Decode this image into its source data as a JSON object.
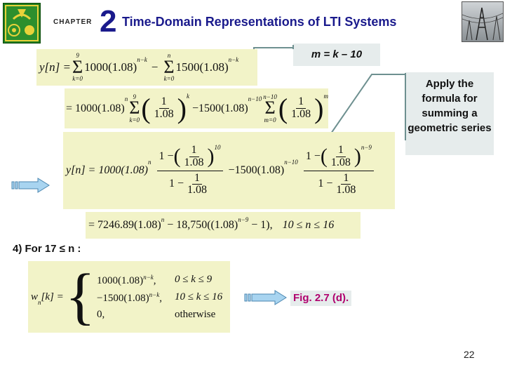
{
  "header": {
    "chapter_label": "CHAPTER",
    "chapter_number": "2",
    "title": "Time-Domain Representations of LTI Systems"
  },
  "callouts": {
    "substitution": "m = k – 10",
    "geometric": "Apply the formula for summing a geometric series"
  },
  "case_heading": "4) For 17 ≤ n :",
  "figure_ref": "Fig. 2.7 (d).",
  "page_number": "22",
  "equations": {
    "eq1": {
      "lhs": "y[n] =",
      "sum1_upper": "9",
      "sum1_lower": "k=0",
      "term1": "1000(1.08)",
      "exp1": "n−k",
      "sum2_upper": "n",
      "sum2_lower": "k=0",
      "term2": "1500(1.08)",
      "exp2": "n−k"
    },
    "eq2": {
      "prefix": "= 1000(1.08)",
      "exp_n": "n",
      "sum1_upper": "9",
      "sum1_lower": "k=0",
      "frac_num": "1",
      "frac_den": "1.08",
      "exp_k": "k",
      "middle": "−1500(1.08)",
      "exp_mid": "n−10",
      "sum2_upper": "n−10",
      "sum2_lower": "m=0",
      "exp_m": "m"
    },
    "eq3": {
      "lhs": "y[n] = 1000(1.08)",
      "exp_n": "n",
      "one": "1",
      "minus": "1 −",
      "frac_num": "1",
      "frac_den": "1.08",
      "exp_10": "10",
      "middle": "−1500(1.08)",
      "exp_mid": "n−10",
      "exp_n9": "n−9"
    },
    "eq4": {
      "text1": "= 7246.89(1.08)",
      "exp_n": "n",
      "text2": "− 18,750((1.08)",
      "exp_n9": "n−9",
      "text3": "− 1),",
      "range": "10 ≤ n ≤ 16"
    },
    "eq5": {
      "lhs": "w",
      "sub": "n",
      "lhs_rest": "[k] =",
      "row1": "1000(1.08)",
      "row1_exp": "n−k",
      "row1_cond": "0 ≤ k ≤ 9",
      "row2": "−1500(1.08)",
      "row2_exp": "n−k",
      "row2_cond": "10 ≤ k ≤ 16",
      "row3": "0,",
      "row3_cond": "otherwise"
    }
  },
  "colors": {
    "title_blue": "#1a1a8c",
    "figref_magenta": "#b0006e",
    "eq_bg": "#f2f3c8",
    "arrow_fill": "#a8d4f0"
  }
}
